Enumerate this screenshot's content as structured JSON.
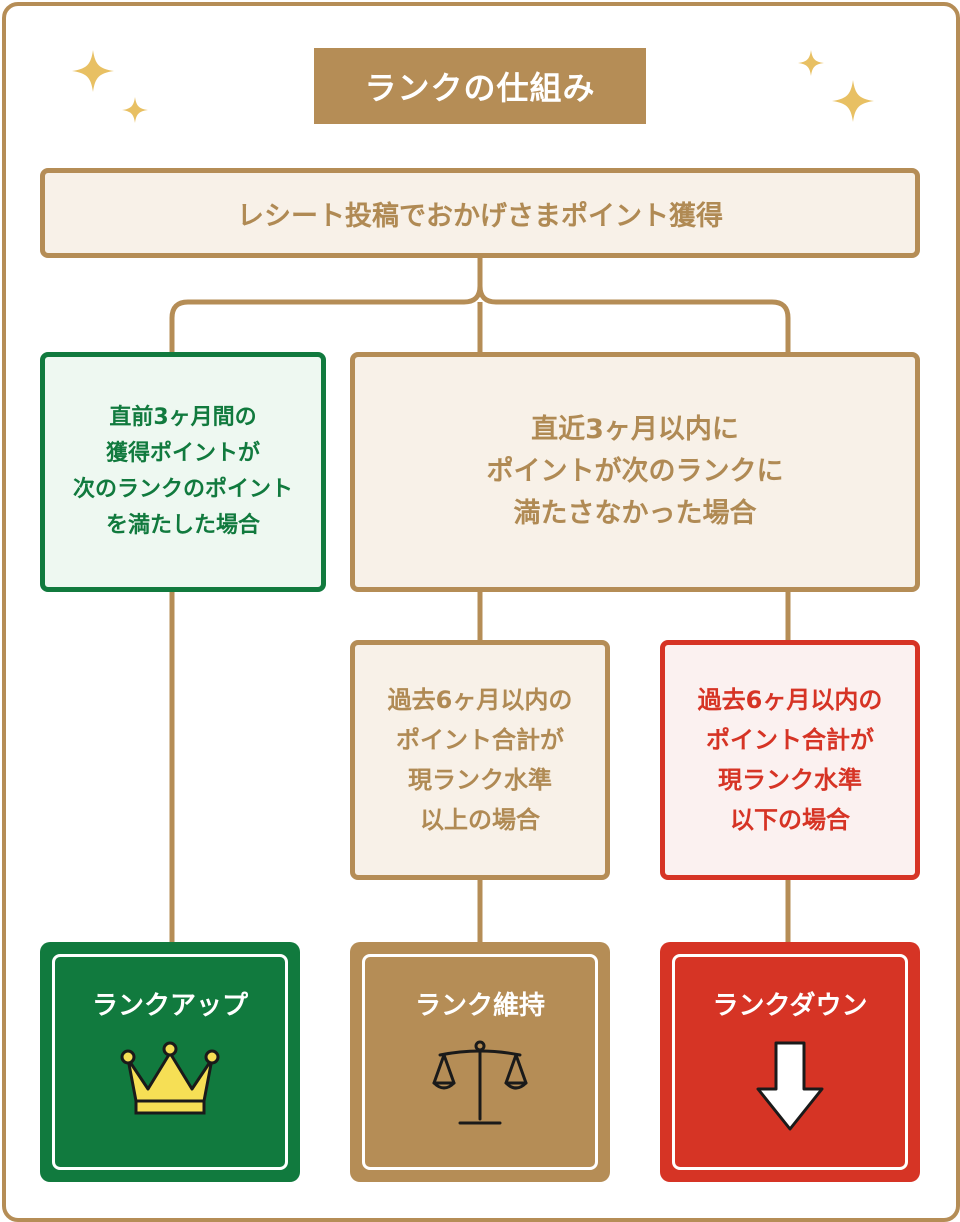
{
  "title": "ランクの仕組み",
  "top": {
    "text": "レシート投稿でおかげさまポイント獲得"
  },
  "condition_up": {
    "text": "直前3ヶ月間の\n獲得ポイントが\n次のランクのポイント\nを満たした場合"
  },
  "condition_recent": {
    "text": "直近3ヶ月以内に\nポイントが次のランクに\n満たさなかった場合"
  },
  "condition_above": {
    "text": "過去6ヶ月以内の\nポイント合計が\n現ランク水準\n以上の場合"
  },
  "condition_below": {
    "text": "過去6ヶ月以内の\nポイント合計が\n現ランク水準\n以下の場合"
  },
  "results": {
    "up": {
      "label": "ランクアップ",
      "icon": "crown-icon"
    },
    "keep": {
      "label": "ランク維持",
      "icon": "scales-icon"
    },
    "down": {
      "label": "ランクダウン",
      "icon": "down-arrow-icon"
    }
  },
  "colors": {
    "brown": "#b58d56",
    "green": "#117a3e",
    "red": "#d63425",
    "cream": "#f8f1e8",
    "sparkle": "#e8c063"
  }
}
